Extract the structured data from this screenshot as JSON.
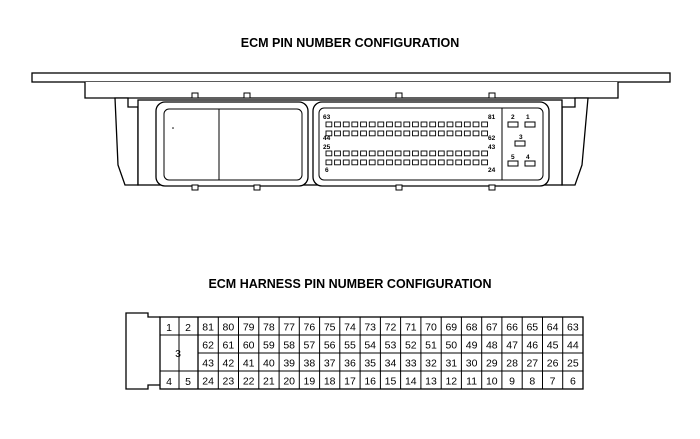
{
  "titles": {
    "ecm": "ECM PIN NUMBER CONFIGURATION",
    "harness": "ECM HARNESS PIN NUMBER CONFIGURATION"
  },
  "ecm_connector": {
    "corner_labels": {
      "top_left": "63",
      "top_right": "81",
      "row2_left": "44",
      "row2_right": "62",
      "row3_left": "25",
      "row3_right": "43",
      "bottom_left": "6",
      "bottom_right": "24"
    },
    "side_pins": [
      "2",
      "1",
      "3",
      "5",
      "4"
    ]
  },
  "harness": {
    "side_cells": [
      "1",
      "2",
      "3",
      "4",
      "5"
    ],
    "rows": [
      [
        "81",
        "80",
        "79",
        "78",
        "77",
        "76",
        "75",
        "74",
        "73",
        "72",
        "71",
        "70",
        "69",
        "68",
        "67",
        "66",
        "65",
        "64",
        "63"
      ],
      [
        "62",
        "61",
        "60",
        "59",
        "58",
        "57",
        "56",
        "55",
        "54",
        "53",
        "52",
        "51",
        "50",
        "49",
        "48",
        "47",
        "46",
        "45",
        "44"
      ],
      [
        "43",
        "42",
        "41",
        "40",
        "39",
        "38",
        "37",
        "36",
        "35",
        "34",
        "33",
        "32",
        "31",
        "30",
        "29",
        "28",
        "27",
        "26",
        "25"
      ],
      [
        "24",
        "23",
        "22",
        "21",
        "20",
        "19",
        "18",
        "17",
        "16",
        "15",
        "14",
        "13",
        "12",
        "11",
        "10",
        "9",
        "8",
        "7",
        "6"
      ]
    ]
  }
}
